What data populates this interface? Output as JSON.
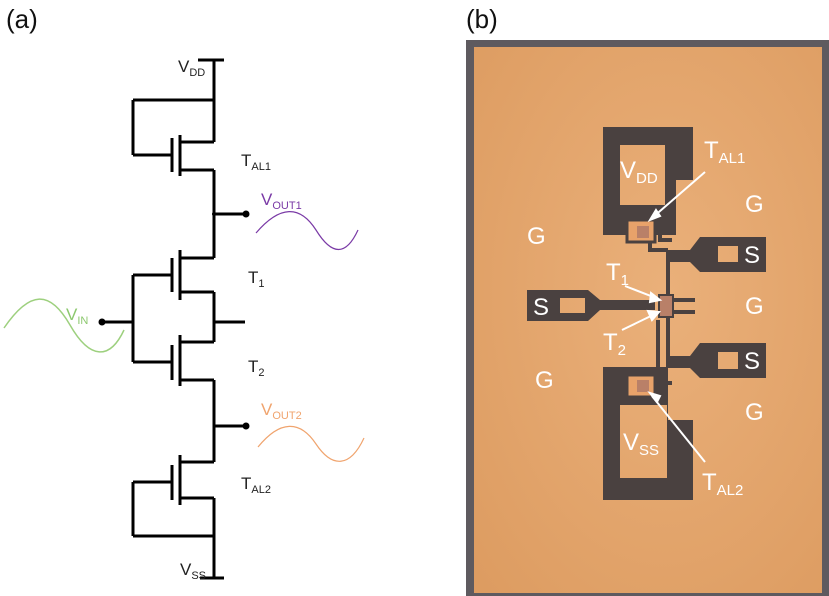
{
  "panels": {
    "a": "(a)",
    "b": "(b)"
  },
  "circuit": {
    "vdd": {
      "main": "V",
      "sub": "DD"
    },
    "vss": {
      "main": "V",
      "sub": "SS"
    },
    "vin": {
      "main": "V",
      "sub": "IN",
      "color": "#8cc86e"
    },
    "vout1": {
      "main": "V",
      "sub": "OUT1",
      "color": "#7a3aa6"
    },
    "vout2": {
      "main": "V",
      "sub": "OUT2",
      "color": "#f0a46e"
    },
    "tal1": {
      "main": "T",
      "sub": "AL1"
    },
    "t1": {
      "main": "T",
      "sub": "1"
    },
    "t2": {
      "main": "T",
      "sub": "2"
    },
    "tal2": {
      "main": "T",
      "sub": "AL2"
    }
  },
  "chip": {
    "vdd": {
      "main": "V",
      "sub": "DD"
    },
    "vss": {
      "main": "V",
      "sub": "SS"
    },
    "tal1": {
      "main": "T",
      "sub": "AL1"
    },
    "tal2": {
      "main": "T",
      "sub": "AL2"
    },
    "t1": {
      "main": "T",
      "sub": "1"
    },
    "t2": {
      "main": "T",
      "sub": "2"
    },
    "g_left_top": "G",
    "g_left_bottom": "G",
    "g_right_top": "G",
    "g_right_mid": "G",
    "g_right_bottom": "G",
    "s_left": "S",
    "s_right_top": "S",
    "s_right_bottom": "S",
    "colors": {
      "substrate": "#e3a66d",
      "metal": "#4a4140",
      "border": "#5e5a5f"
    }
  }
}
